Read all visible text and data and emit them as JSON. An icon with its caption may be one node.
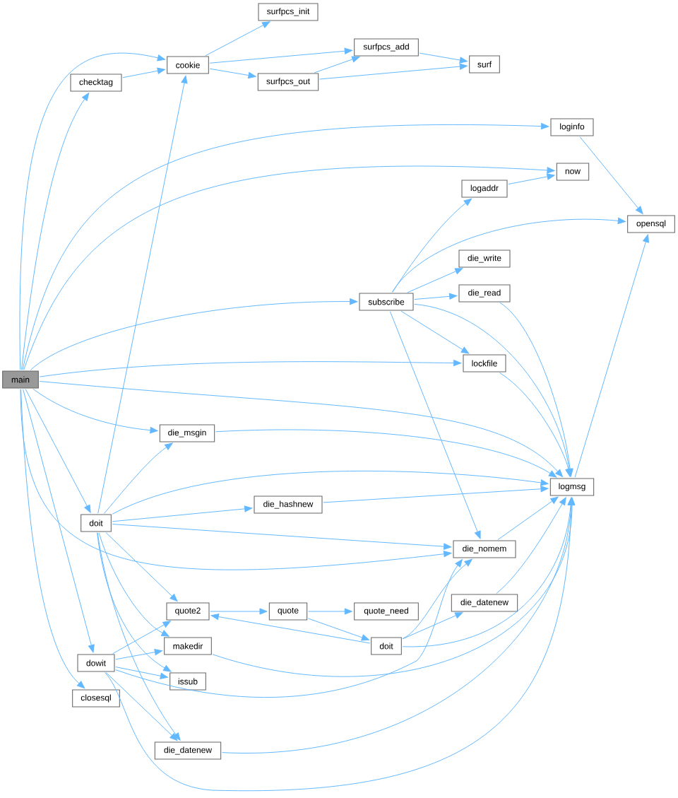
{
  "diagram": {
    "nodes": [
      {
        "text": [
          "main"
        ]
      },
      {
        "text": [
          "checktag"
        ]
      },
      {
        "text": [
          "cookie"
        ]
      },
      {
        "text": [
          "surfpcs_init"
        ]
      },
      {
        "text": [
          "surfpcs_add"
        ]
      },
      {
        "text": [
          "surfpcs_out"
        ]
      },
      {
        "text": [
          "surf"
        ]
      },
      {
        "text": [
          "loginfo"
        ]
      },
      {
        "text": [
          "now"
        ]
      },
      {
        "text": [
          "logaddr"
        ]
      },
      {
        "text": [
          "opensql"
        ]
      },
      {
        "text": [
          "die_write"
        ]
      },
      {
        "text": [
          "subscribe"
        ]
      },
      {
        "text": [
          "die_read"
        ]
      },
      {
        "text": [
          "lockfile"
        ]
      },
      {
        "text": [
          "die_msgin"
        ]
      },
      {
        "text": [
          "logmsg"
        ]
      },
      {
        "text": [
          "die_hashnew"
        ]
      },
      {
        "text": [
          "doit"
        ]
      },
      {
        "text": [
          "die_nomem"
        ]
      },
      {
        "text": [
          "die_datenew"
        ]
      },
      {
        "text": [
          "quote2"
        ]
      },
      {
        "text": [
          "quote"
        ]
      },
      {
        "text": [
          "quote_need"
        ]
      },
      {
        "text": [
          "doit"
        ]
      },
      {
        "text": [
          "makedir"
        ]
      },
      {
        "text": [
          "dowit"
        ]
      },
      {
        "text": [
          "issub"
        ]
      },
      {
        "text": [
          "closesql"
        ]
      },
      {
        "text": [
          "die_datenew"
        ]
      }
    ],
    "edges": [
      {
        "from": 0,
        "to": 2,
        "arrow": "to"
      },
      {
        "from": 0,
        "to": 1,
        "arrow": "to"
      },
      {
        "from": 0,
        "to": 7,
        "arrow": "to"
      },
      {
        "from": 0,
        "to": 8,
        "arrow": "to"
      },
      {
        "from": 0,
        "to": 12,
        "arrow": "to"
      },
      {
        "from": 0,
        "to": 14,
        "arrow": "to"
      },
      {
        "from": 0,
        "to": 16,
        "arrow": "to"
      },
      {
        "from": 0,
        "to": 15,
        "arrow": "to"
      },
      {
        "from": 0,
        "to": 18,
        "arrow": "to"
      },
      {
        "from": 0,
        "to": 19,
        "arrow": "to"
      },
      {
        "from": 0,
        "to": 26,
        "arrow": "to"
      },
      {
        "from": 0,
        "to": 28,
        "arrow": "to"
      },
      {
        "from": 1,
        "to": 2,
        "arrow": "to"
      },
      {
        "from": 2,
        "to": 3,
        "arrow": "to"
      },
      {
        "from": 2,
        "to": 4,
        "arrow": "to"
      },
      {
        "from": 2,
        "to": 5,
        "arrow": "to"
      },
      {
        "from": 5,
        "to": 4,
        "arrow": "to"
      },
      {
        "from": 5,
        "to": 6,
        "arrow": "to"
      },
      {
        "from": 4,
        "to": 6,
        "arrow": "to"
      },
      {
        "from": 7,
        "to": 10,
        "arrow": "to"
      },
      {
        "from": 9,
        "to": 8,
        "arrow": "to"
      },
      {
        "from": 12,
        "to": 9,
        "arrow": "to"
      },
      {
        "from": 12,
        "to": 10,
        "arrow": "to"
      },
      {
        "from": 12,
        "to": 11,
        "arrow": "to"
      },
      {
        "from": 12,
        "to": 13,
        "arrow": "to"
      },
      {
        "from": 12,
        "to": 16,
        "arrow": "to"
      },
      {
        "from": 12,
        "to": 14,
        "arrow": "to"
      },
      {
        "from": 12,
        "to": 19,
        "arrow": "to"
      },
      {
        "from": 13,
        "to": 16,
        "arrow": "to"
      },
      {
        "from": 14,
        "to": 16,
        "arrow": "to"
      },
      {
        "from": 16,
        "to": 10,
        "arrow": "to"
      },
      {
        "from": 15,
        "to": 16,
        "arrow": "to"
      },
      {
        "from": 18,
        "to": 2,
        "arrow": "to"
      },
      {
        "from": 18,
        "to": 15,
        "arrow": "to"
      },
      {
        "from": 18,
        "to": 16,
        "arrow": "to"
      },
      {
        "from": 18,
        "to": 17,
        "arrow": "to"
      },
      {
        "from": 18,
        "to": 19,
        "arrow": "to"
      },
      {
        "from": 18,
        "to": 21,
        "arrow": "to"
      },
      {
        "from": 18,
        "to": 25,
        "arrow": "to"
      },
      {
        "from": 18,
        "to": 27,
        "arrow": "to"
      },
      {
        "from": 18,
        "to": 29,
        "arrow": "to"
      },
      {
        "from": 17,
        "to": 16,
        "arrow": "to"
      },
      {
        "from": 19,
        "to": 16,
        "arrow": "to"
      },
      {
        "from": 20,
        "to": 16,
        "arrow": "to"
      },
      {
        "from": 21,
        "to": 22,
        "arrow": "to"
      },
      {
        "from": 22,
        "to": 23,
        "arrow": "to"
      },
      {
        "from": 22,
        "to": 24,
        "arrow": "to"
      },
      {
        "from": 24,
        "to": 21,
        "arrow": "to"
      },
      {
        "from": 24,
        "to": 19,
        "arrow": "to"
      },
      {
        "from": 24,
        "to": 20,
        "arrow": "to"
      },
      {
        "from": 24,
        "to": 16,
        "arrow": "to"
      },
      {
        "from": 25,
        "to": 16,
        "arrow": "to"
      },
      {
        "from": 26,
        "to": 21,
        "arrow": "to"
      },
      {
        "from": 26,
        "to": 25,
        "arrow": "to"
      },
      {
        "from": 26,
        "to": 27,
        "arrow": "to"
      },
      {
        "from": 26,
        "to": 19,
        "arrow": "to"
      },
      {
        "from": 26,
        "to": 16,
        "arrow": "to"
      },
      {
        "from": 26,
        "to": 29,
        "arrow": "to"
      },
      {
        "from": 29,
        "to": 16,
        "arrow": "to"
      }
    ]
  }
}
